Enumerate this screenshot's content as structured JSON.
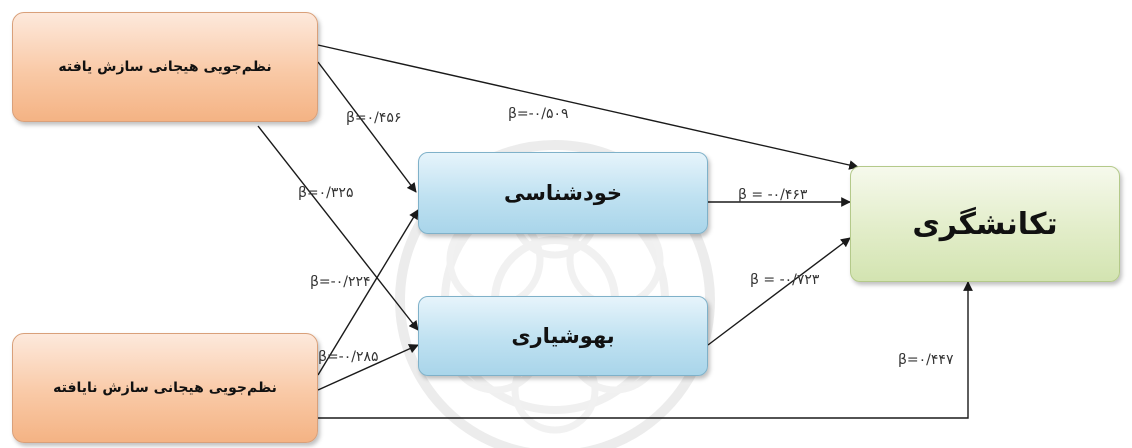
{
  "nodes": {
    "organized": "نظم‌جویی هیجانی سازش یافته",
    "unorganized": "نظم‌جویی هیجانی سازش نایافته",
    "self_awareness": "خودشناسی",
    "mindfulness": "بهوشیاری",
    "impulsivity": "تکانشگری"
  },
  "edges": {
    "org_to_self": "β=۰/۴۵۶",
    "org_to_impulsivity": "β=-۰/۵۰۹",
    "org_to_mind": "β=۰/۳۲۵",
    "unorg_to_self": "β=-۰/۲۲۴",
    "unorg_to_mind": "β=-۰/۲۸۵",
    "self_to_impulsivity": "β = -۰/۴۶۳",
    "mind_to_impulsivity": "β = -۰/۷۲۳",
    "unorg_to_impulsivity": "β=۰/۴۴۷"
  }
}
